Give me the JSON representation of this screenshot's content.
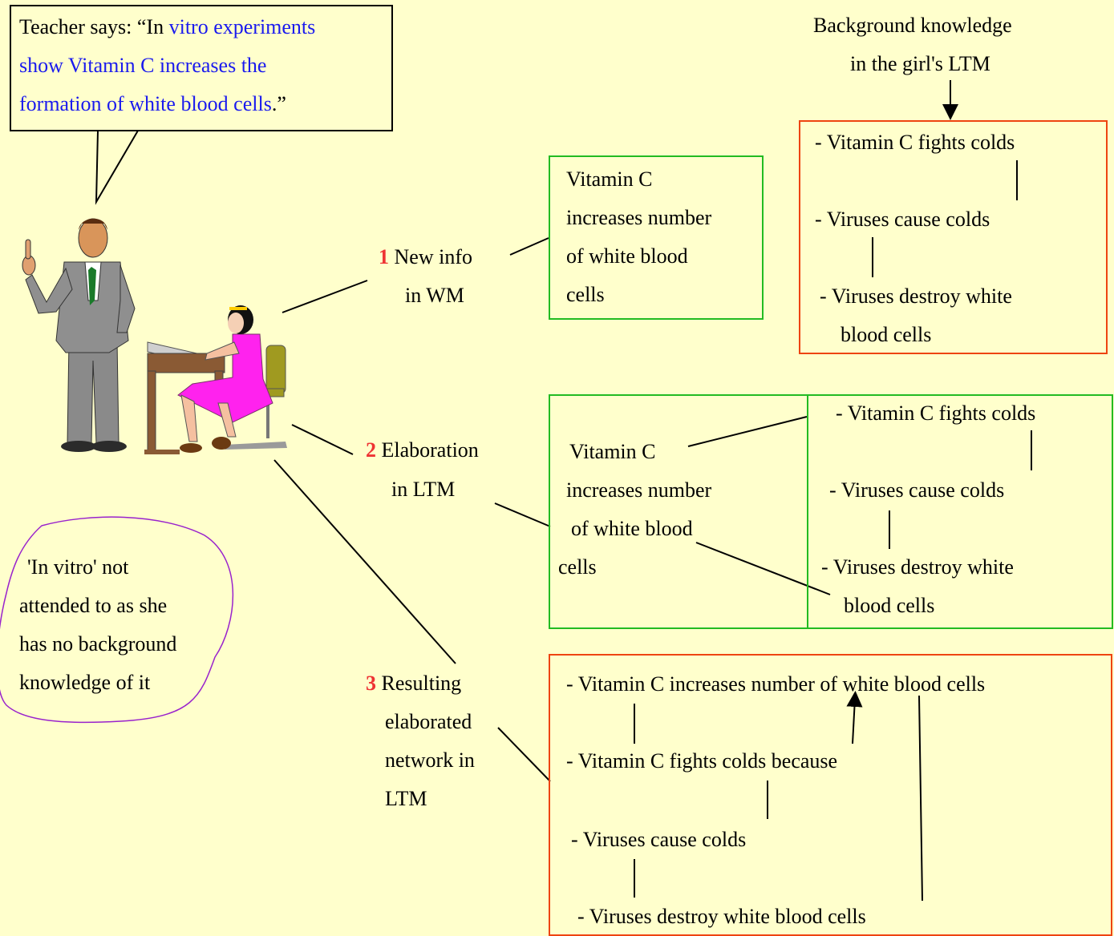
{
  "speech": {
    "prefix": "Teacher says: “In ",
    "blue1": "vitro experiments",
    "blue2": "show Vitamin C increases the",
    "blue3": "formation of white blood cells",
    "suffix": ".”"
  },
  "background": {
    "title_line1": "Background knowledge",
    "title_line2": "in the girl's LTM",
    "items": [
      "- Vitamin C fights colds",
      "- Viruses cause colds",
      "- Viruses destroy white",
      "blood cells"
    ]
  },
  "step1": {
    "number": "1",
    "label_line1": "New info",
    "label_line2": "in WM",
    "box_lines": [
      "Vitamin C",
      "increases number",
      "of white blood",
      "cells"
    ]
  },
  "step2": {
    "number": "2",
    "label_line1": "Elaboration",
    "label_line2": "in LTM",
    "left_lines": [
      "Vitamin C",
      "increases number",
      "of white blood",
      "cells"
    ],
    "right_lines": [
      "- Vitamin C fights colds",
      "- Viruses cause colds",
      "- Viruses destroy white",
      "blood cells"
    ]
  },
  "step3": {
    "number": "3",
    "label_lines": [
      "Resulting",
      "elaborated",
      "network in",
      "LTM"
    ],
    "box_lines": [
      "- Vitamin C increases number of white blood cells",
      "- Vitamin C fights colds because",
      "- Viruses cause colds",
      "- Viruses destroy white blood cells"
    ]
  },
  "note": {
    "lines": [
      "'In vitro' not",
      "attended to as she",
      "has no background",
      "knowledge of it"
    ]
  },
  "colors": {
    "background": "#ffffcc",
    "green_border": "#22bb22",
    "red_border": "#ee4411",
    "blue_text": "#1a1aee",
    "number_red": "#ee3333",
    "note_outline": "#9922cc"
  },
  "icons": [
    "teacher-figure",
    "student-at-desk-figure"
  ]
}
